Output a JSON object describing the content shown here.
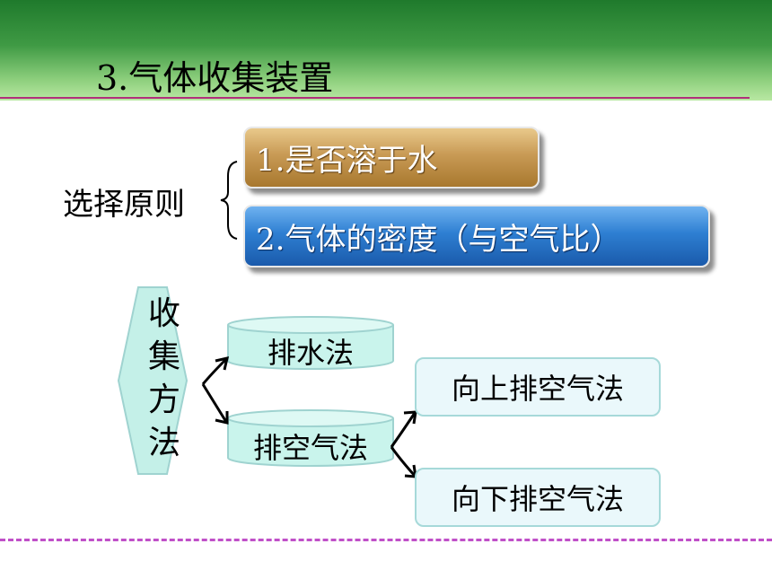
{
  "title": "3.气体收集装置",
  "principle": {
    "label": "选择原则",
    "item1": "1.是否溶于水",
    "item2": "2.气体的密度（与空气比）"
  },
  "methods": {
    "label_chars": [
      "收",
      "集",
      "方",
      "法"
    ],
    "water": "排水法",
    "air": "排空气法",
    "air_up": "向上排空气法",
    "air_down": "向下排空气法"
  },
  "colors": {
    "header_green": "#3f9a44",
    "box1_tan": "#c89a55",
    "box2_blue": "#2e7fd2",
    "hex_fill": "#c4f0e8",
    "cylinder_fill": "#c9f4ec",
    "dash_magenta": "#c050c8"
  }
}
